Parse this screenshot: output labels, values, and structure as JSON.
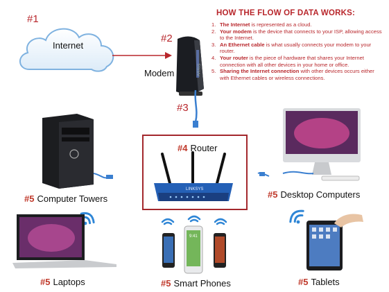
{
  "labels": {
    "n1": "#1",
    "internet": "Internet",
    "n2": "#2",
    "modem": "Modem",
    "n3": "#3",
    "router_num": "#4",
    "router": "Router",
    "towers_num": "#5",
    "towers": "Computer Towers",
    "desktops_num": "#5",
    "desktops": "Desktop Computers",
    "laptops_num": "#5",
    "laptops": "Laptops",
    "phones_num": "#5",
    "phones": "Smart Phones",
    "tablets_num": "#5",
    "tablets": "Tablets"
  },
  "flow": {
    "title": "HOW THE FLOW OF DATA WORKS:",
    "steps": [
      {
        "n": "1.",
        "bold": "The Internet",
        "text": " is represented as a cloud."
      },
      {
        "n": "2.",
        "bold": "Your modem",
        "text": " is the device that connects to your ISP, allowing access to the Internet."
      },
      {
        "n": "3.",
        "bold": "An Ethernet cable",
        "text": " is what usually connects your modem to your router."
      },
      {
        "n": "4.",
        "bold": "Your router",
        "text": " is the piece of hardware that shares your Internet connection with all other devices in your home or office."
      },
      {
        "n": "5.",
        "bold": "Sharing the Internet connection",
        "text": " with other devices occurs either with Ethernet cables or wireless connections."
      }
    ]
  },
  "device_text": {
    "router_brand": "LINKSYS",
    "modem_brand": "ARRIS",
    "phone_time": "9:41"
  },
  "colors": {
    "accent": "#b8262b",
    "router_box": "#a3272c",
    "cloud": "#7fb2e0",
    "wifi": "#2f86d6",
    "router_body": "#2460b6"
  }
}
